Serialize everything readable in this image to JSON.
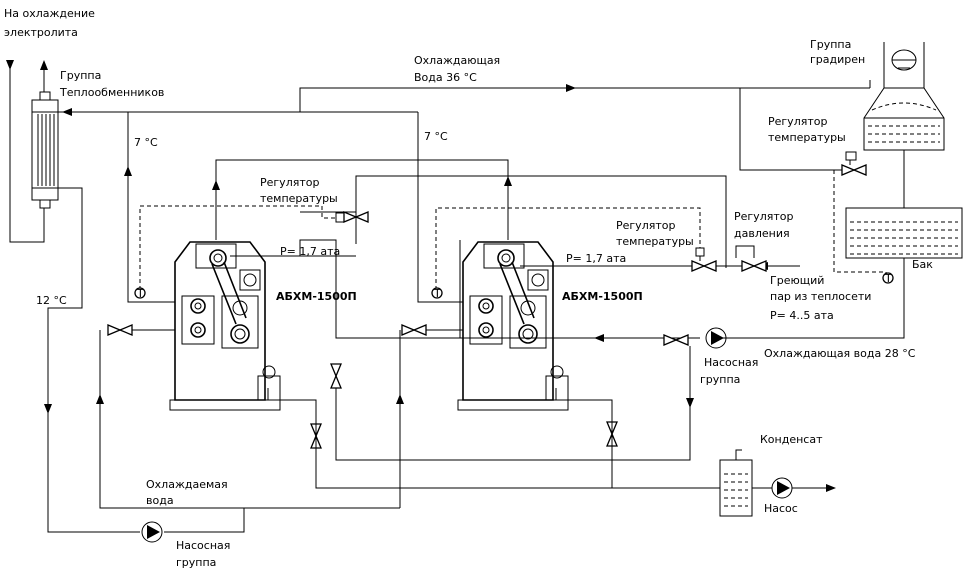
{
  "labels": {
    "electrolyte": [
      "На охлаждение",
      "электролита"
    ],
    "heat_exchangers": [
      "Группа",
      "Теплообменников"
    ],
    "cooling_water_36": [
      "Охлаждающая",
      "Вода  36 °C"
    ],
    "cooling_towers": [
      "Группа",
      "градирен"
    ],
    "temp_regulator": [
      "Регулятор",
      "температуры"
    ],
    "pressure_regulator": [
      "Регулятор",
      "давления"
    ],
    "t7": "7 °C",
    "t12": "12 °C",
    "p17": "P= 1,7 ата",
    "chiller": "АБХМ-1500П",
    "tank": "Бак",
    "heating_steam": [
      "Греющий",
      "пар из теплосети",
      "P= 4..5 ата"
    ],
    "cooling_water_28": "Охлаждающая вода 28 °C",
    "pump_group": [
      "Насосная",
      "группа"
    ],
    "condensate": "Конденсат",
    "pump": "Насос",
    "chilled_water": [
      "Охлаждаемая",
      "вода"
    ]
  },
  "icons": {
    "thermometer": "T",
    "pump": "pump-icon",
    "valve": "valve-icon",
    "arrow": "flow-arrow-icon"
  }
}
